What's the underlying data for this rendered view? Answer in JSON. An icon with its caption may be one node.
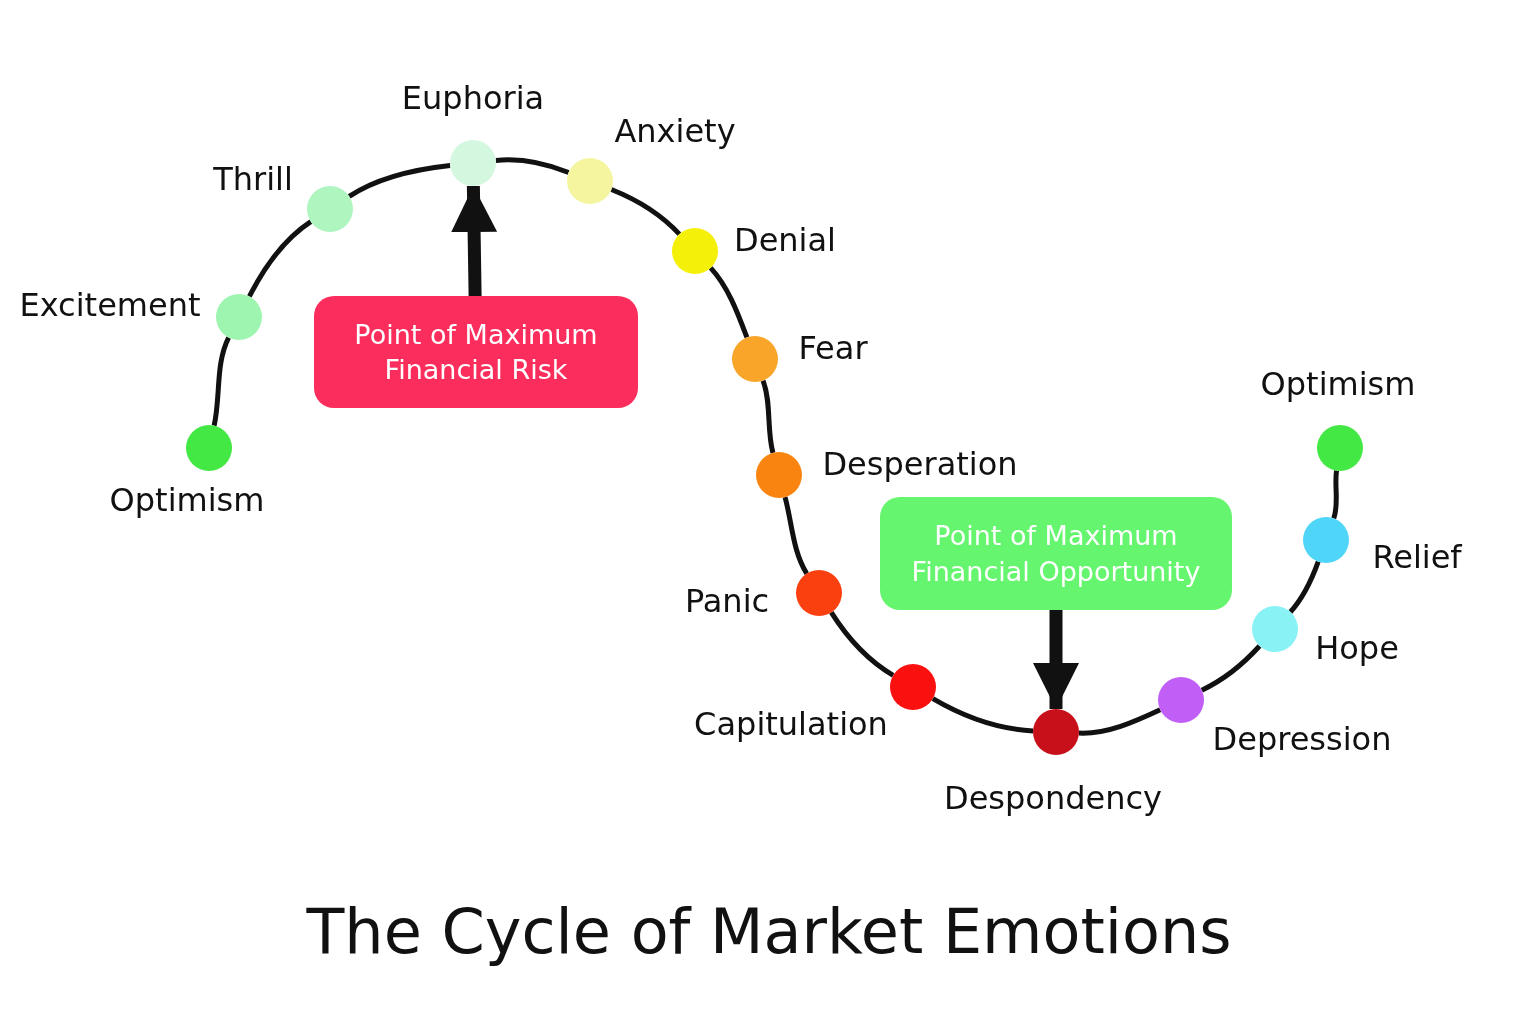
{
  "diagram": {
    "title": "The Cycle of Market Emotions",
    "nodes": [
      {
        "text": [],
        "shape": "circle",
        "beside": [
          "Optimism"
        ]
      },
      {
        "text": [],
        "shape": "circle",
        "beside": [
          "Excitement"
        ]
      },
      {
        "text": [],
        "shape": "circle",
        "beside": [
          "Thrill"
        ]
      },
      {
        "text": [],
        "shape": "circle",
        "beside": [
          "Euphoria"
        ]
      },
      {
        "text": [],
        "shape": "circle",
        "beside": [
          "Anxiety"
        ]
      },
      {
        "text": [],
        "shape": "circle",
        "beside": [
          "Denial"
        ]
      },
      {
        "text": [],
        "shape": "circle",
        "beside": [
          "Fear"
        ]
      },
      {
        "text": [],
        "shape": "circle",
        "beside": [
          "Desperation"
        ]
      },
      {
        "text": [],
        "shape": "circle",
        "beside": [
          "Panic"
        ]
      },
      {
        "text": [],
        "shape": "circle",
        "beside": [
          "Capitulation"
        ]
      },
      {
        "text": [],
        "shape": "circle",
        "beside": [
          "Despondency"
        ]
      },
      {
        "text": [],
        "shape": "circle",
        "beside": [
          "Depression"
        ]
      },
      {
        "text": [],
        "shape": "circle",
        "beside": [
          "Hope"
        ]
      },
      {
        "text": [],
        "shape": "circle",
        "beside": [
          "Relief"
        ]
      },
      {
        "text": [],
        "shape": "circle",
        "beside": [
          "Optimism"
        ]
      },
      {
        "text": [
          "Point of Maximum Financial Risk"
        ]
      },
      {
        "text": [
          "Point of Maximum Financial Opportunity"
        ]
      }
    ],
    "edges": [
      {
        "from": 0,
        "to": 1,
        "arrow": "none"
      },
      {
        "from": 1,
        "to": 2,
        "arrow": "none"
      },
      {
        "from": 2,
        "to": 3,
        "arrow": "none"
      },
      {
        "from": 3,
        "to": 4,
        "arrow": "none"
      },
      {
        "from": 4,
        "to": 5,
        "arrow": "none"
      },
      {
        "from": 5,
        "to": 6,
        "arrow": "none"
      },
      {
        "from": 6,
        "to": 7,
        "arrow": "none"
      },
      {
        "from": 7,
        "to": 8,
        "arrow": "none"
      },
      {
        "from": 8,
        "to": 9,
        "arrow": "none"
      },
      {
        "from": 9,
        "to": 10,
        "arrow": "none"
      },
      {
        "from": 10,
        "to": 11,
        "arrow": "none"
      },
      {
        "from": 11,
        "to": 12,
        "arrow": "none"
      },
      {
        "from": 12,
        "to": 13,
        "arrow": "none"
      },
      {
        "from": 13,
        "to": 14,
        "arrow": "none"
      },
      {
        "from": 15,
        "to": 3,
        "arrow": "to",
        "style": "thick"
      },
      {
        "from": 16,
        "to": 10,
        "arrow": "to",
        "style": "thick"
      }
    ]
  }
}
